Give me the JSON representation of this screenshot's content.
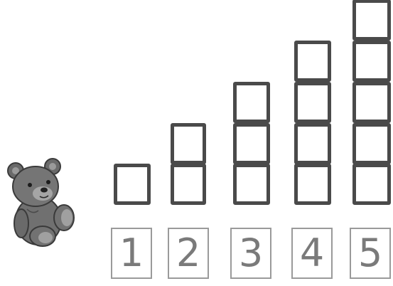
{
  "icon": "teddy-bear-icon",
  "colors": {
    "box_border": "#4a4a4a",
    "label_border": "#9a9a9a",
    "label_text": "#7a7a7a"
  },
  "columns": [
    {
      "count": 1,
      "label": "1"
    },
    {
      "count": 2,
      "label": "2"
    },
    {
      "count": 3,
      "label": "3"
    },
    {
      "count": 4,
      "label": "4"
    },
    {
      "count": 5,
      "label": "5"
    }
  ]
}
